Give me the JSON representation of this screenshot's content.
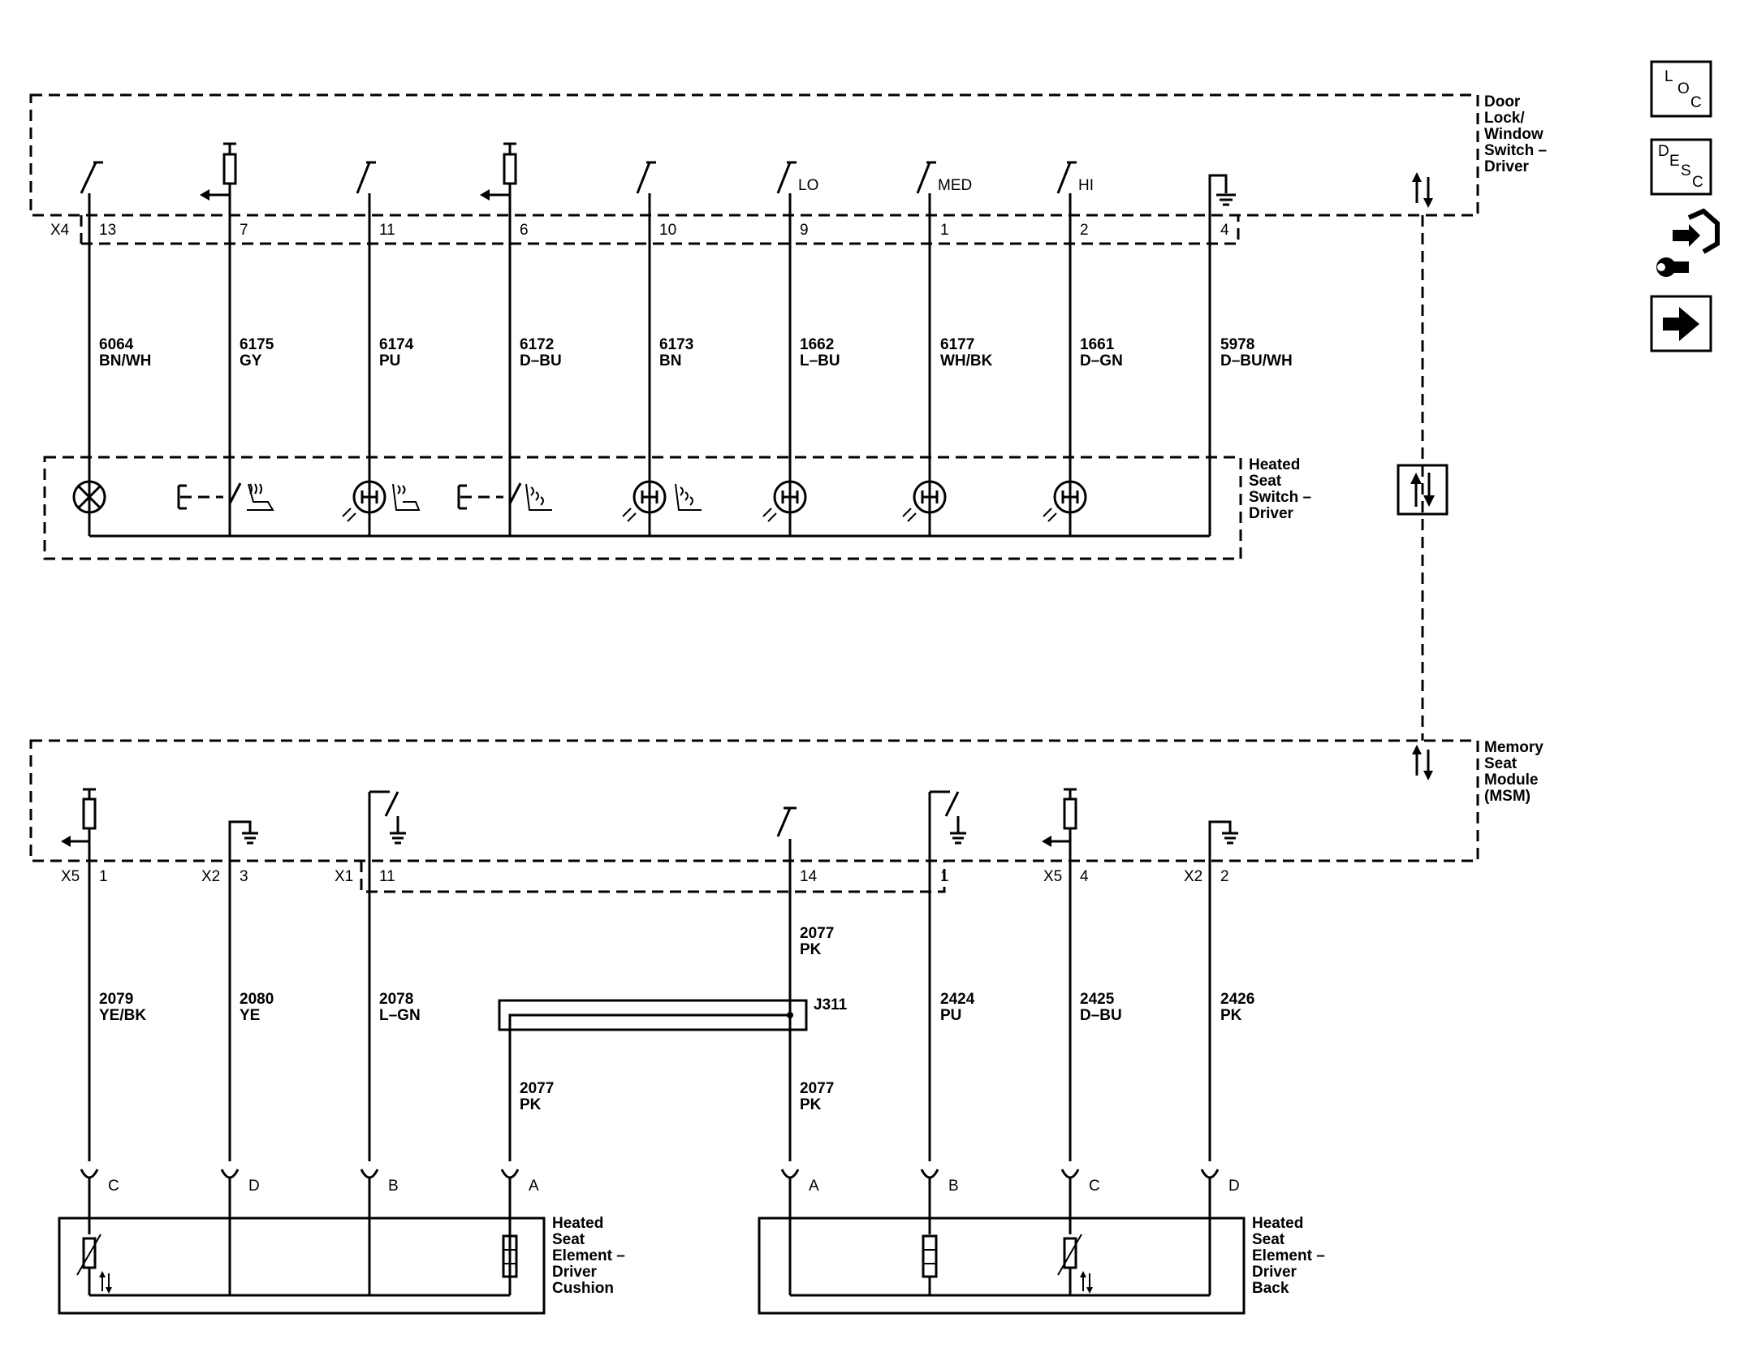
{
  "components": {
    "door_lock_switch": [
      "Door",
      "Lock/",
      "Window",
      "Switch –",
      "Driver"
    ],
    "heated_seat_switch": [
      "Heated",
      "Seat",
      "Switch –",
      "Driver"
    ],
    "memory_seat_module": [
      "Memory",
      "Seat",
      "Module",
      "(MSM)"
    ],
    "heated_element_cushion": [
      "Heated",
      "Seat",
      "Element –",
      "Driver",
      "Cushion"
    ],
    "heated_element_back": [
      "Heated",
      "Seat",
      "Element –",
      "Driver",
      "Back"
    ]
  },
  "connectors": {
    "top": "X4",
    "x5a": "X5",
    "x2a": "X2",
    "x1": "X1",
    "x5b": "X5",
    "x2b": "X2"
  },
  "switch_labels": {
    "lo": "LO",
    "med": "MED",
    "hi": "HI"
  },
  "top_pins": [
    "13",
    "7",
    "11",
    "6",
    "10",
    "9",
    "1",
    "2",
    "4"
  ],
  "top_wires": [
    {
      "circuit": "6064",
      "color": "BN/WH"
    },
    {
      "circuit": "6175",
      "color": "GY"
    },
    {
      "circuit": "6174",
      "color": "PU"
    },
    {
      "circuit": "6172",
      "color": "D–BU"
    },
    {
      "circuit": "6173",
      "color": "BN"
    },
    {
      "circuit": "1662",
      "color": "L–BU"
    },
    {
      "circuit": "6177",
      "color": "WH/BK"
    },
    {
      "circuit": "1661",
      "color": "D–GN"
    },
    {
      "circuit": "5978",
      "color": "D–BU/WH"
    }
  ],
  "bottom_pins": [
    "1",
    "3",
    "11",
    "14",
    "1",
    "4",
    "2"
  ],
  "bottom_wires": [
    {
      "circuit": "2079",
      "color": "YE/BK"
    },
    {
      "circuit": "2080",
      "color": "YE"
    },
    {
      "circuit": "2078",
      "color": "L–GN"
    },
    {
      "circuit": "2077",
      "color": "PK"
    },
    {
      "circuit": "2424",
      "color": "PU"
    },
    {
      "circuit": "2425",
      "color": "D–BU"
    },
    {
      "circuit": "2426",
      "color": "PK"
    }
  ],
  "splice": {
    "name": "J311",
    "left": {
      "circuit": "2077",
      "color": "PK"
    },
    "right": {
      "circuit": "2077",
      "color": "PK"
    }
  },
  "element_pins": [
    "C",
    "D",
    "B",
    "A",
    "A",
    "B",
    "C",
    "D"
  ],
  "nav_icons": {
    "loc": {
      "top": "L",
      "mid": "O",
      "bot": "C"
    },
    "desc": {
      "top": "D",
      "mid": "E",
      "sub": "S",
      "bot": "C"
    }
  }
}
